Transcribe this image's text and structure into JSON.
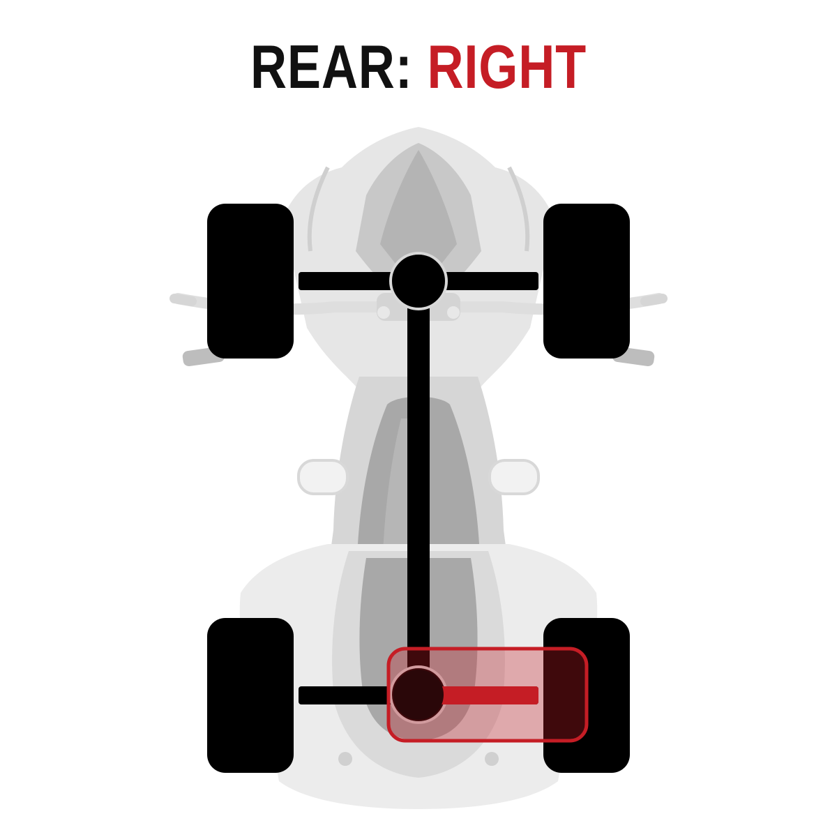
{
  "title": {
    "label": "REAR:",
    "value": "RIGHT"
  },
  "highlight": {
    "axle": "rear",
    "side": "right"
  },
  "colors": {
    "heading": "#111111",
    "accent": "#c51d25",
    "wheel": "#000000",
    "body_light": "#e6e6e6",
    "body_mid": "#cfcfcf",
    "body_dark": "#a8a8a8"
  }
}
